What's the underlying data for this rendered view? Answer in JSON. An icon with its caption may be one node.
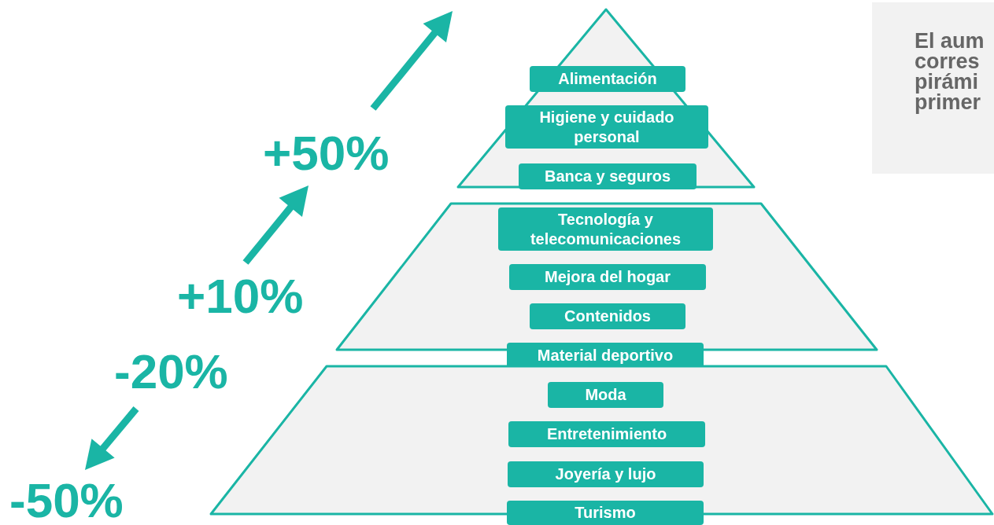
{
  "diagram": {
    "nodes": [
      {
        "text": [],
        "shape": "triangle"
      },
      {
        "text": [
          "Alimentación"
        ],
        "in": 0
      },
      {
        "text": [
          "Higiene y cuidado personal"
        ],
        "in": 0
      },
      {
        "text": [
          "Banca y seguros"
        ],
        "in": 0
      },
      {
        "text": [],
        "shape": "trapezoid"
      },
      {
        "text": [
          "Tecnología y telecomunicaciones"
        ],
        "in": 4
      },
      {
        "text": [
          "Mejora del hogar"
        ],
        "in": 4
      },
      {
        "text": [
          "Contenidos"
        ],
        "in": 4
      },
      {
        "text": [
          "Material deportivo"
        ]
      },
      {
        "text": [],
        "shape": "trapezoid"
      },
      {
        "text": [
          "Moda"
        ],
        "in": 9
      },
      {
        "text": [
          "Entretenimiento"
        ],
        "in": 9
      },
      {
        "text": [
          "Joyería y lujo"
        ],
        "in": 9
      },
      {
        "text": [
          "Turismo"
        ]
      },
      {
        "text": [
          "El aum corres pirámi primer"
        ]
      }
    ],
    "labels": [
      "+50%",
      "+10%",
      "-20%",
      "-50%"
    ]
  }
}
